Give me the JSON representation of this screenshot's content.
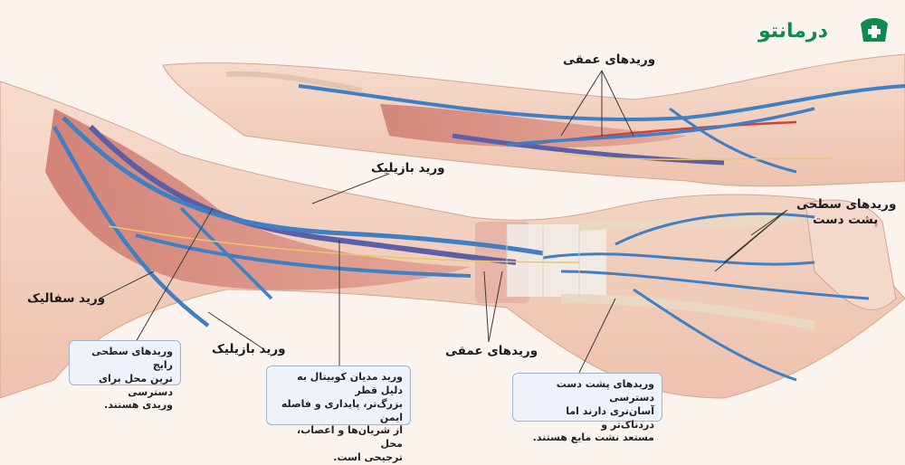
{
  "brand": {
    "name": "درمانتو",
    "color": "#0e8a4f"
  },
  "labels": {
    "deep_top": "وریدهای عمقی",
    "basilic_upper": "ورید بازیلیک",
    "dorsal_hand_1": "وریدهای سطحی",
    "dorsal_hand_2": "پشت دست",
    "cephalic": "ورید سفالیک",
    "basilic_lower": "ورید بازیلیک",
    "deep_bottom": "وریدهای عمقی"
  },
  "notes": {
    "superficial": [
      "وریدهای سطحی رایج",
      "ترین محل برای دسترسی",
      "وریدی هستند."
    ],
    "median_cubital": [
      "ورید مدیان کوبیتال به دلیل قطر",
      "بزرگ‌تر، پایداری و فاصله ایمن",
      "از شریان‌ها و اعصاب، محل",
      "ترجیحی است."
    ],
    "dorsal_hand": [
      "وریدهای پشت دست دسترسی",
      "آسان‌تری دارند اما دردناک‌تر و",
      "مستعد نشت مایع هستند."
    ]
  },
  "colors": {
    "vein": "#3f7fc4",
    "deep_vein": "#5b5fa8",
    "muscle": "#d98c80",
    "skin": "#f3d2c2",
    "artery": "#c8433c",
    "nerve": "#e9c76a"
  }
}
